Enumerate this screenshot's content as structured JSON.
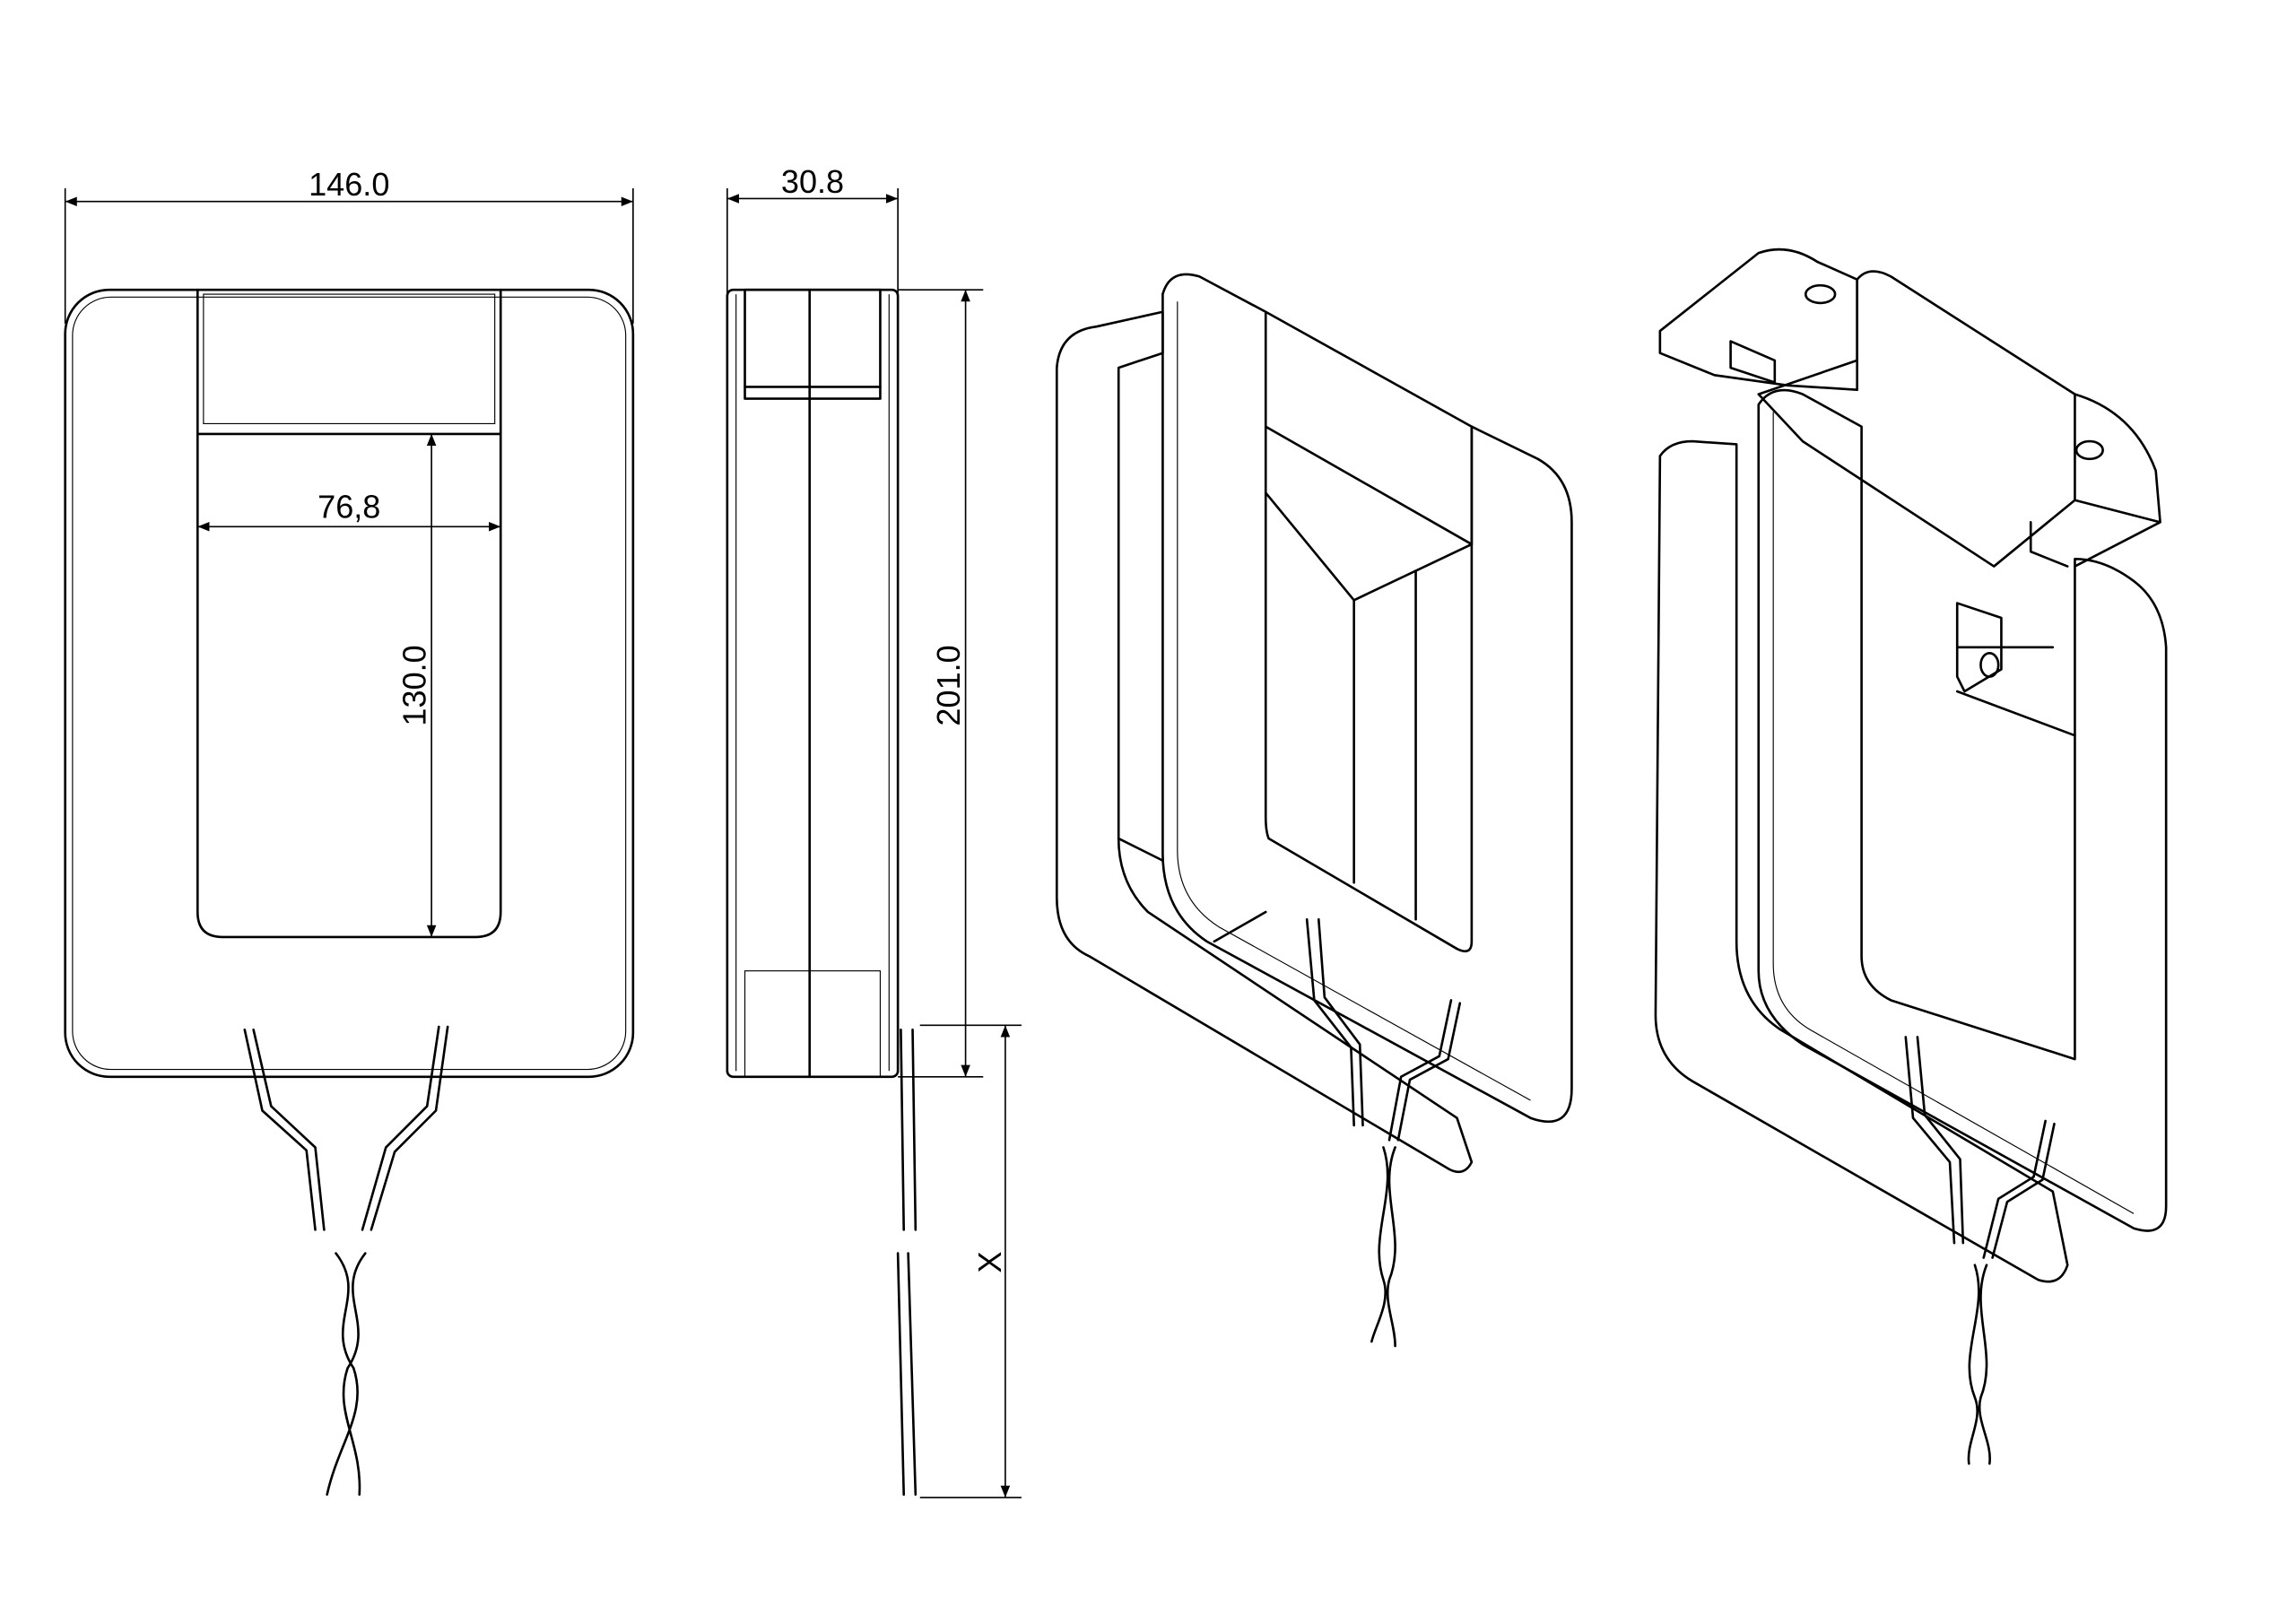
{
  "drawing": {
    "front_view": {
      "width_label": "146.0",
      "window_width_label": "76,8",
      "window_height_label": "130.0"
    },
    "side_view": {
      "depth_label": "30.8",
      "height_label": "201.0",
      "lead_length_label": "X"
    }
  },
  "colors": {
    "line": "#000000",
    "background": "#ffffff"
  }
}
